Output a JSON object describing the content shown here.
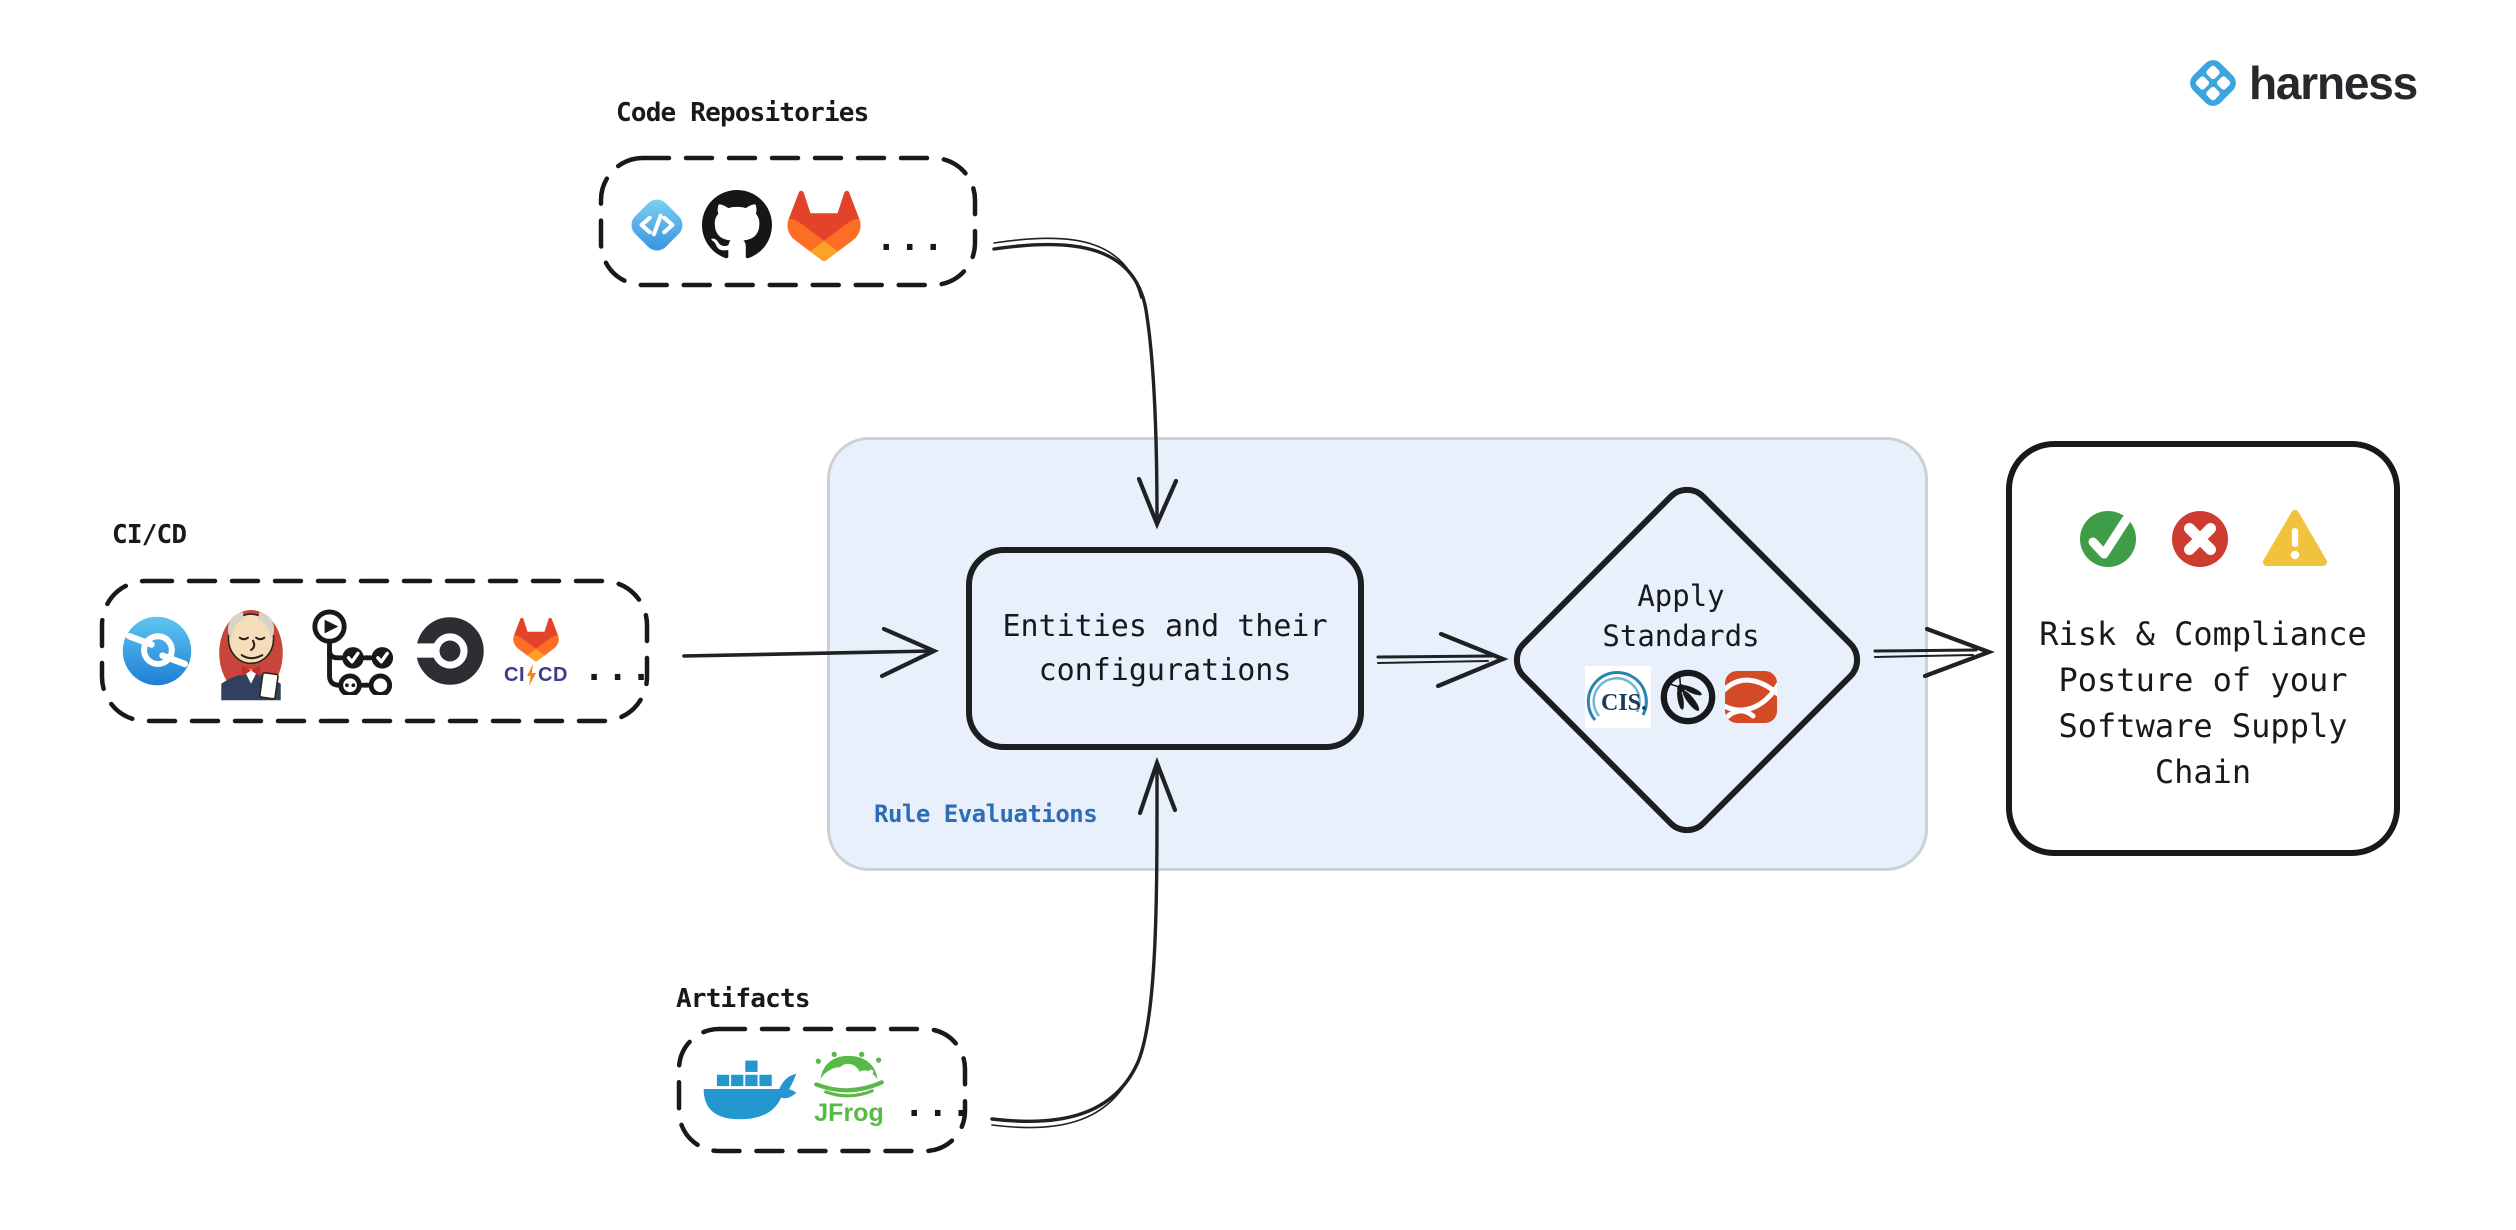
{
  "brand": {
    "name": "harness",
    "mark_icon": "harness-logo-icon"
  },
  "sources": {
    "code_repositories": {
      "label": "Code Repositories",
      "more": "...",
      "icons": [
        "harness-code-icon",
        "github-icon",
        "gitlab-icon"
      ]
    },
    "cicd": {
      "label": "CI/CD",
      "more": "...",
      "icons": [
        "harness-ci-icon",
        "jenkins-icon",
        "github-actions-icon",
        "circleci-icon",
        "gitlab-cicd-icon"
      ],
      "gitlab_cicd_text": {
        "ci": "CI",
        "cd": "CD"
      }
    },
    "artifacts": {
      "label": "Artifacts",
      "more": "...",
      "icons": [
        "docker-icon",
        "jfrog-icon"
      ],
      "jfrog_text": "JFrog"
    }
  },
  "rule_evaluations": {
    "panel_label": "Rule Evaluations",
    "entities_box": {
      "text": "Entities and their configurations"
    },
    "apply_standards": {
      "text": "Apply Standards",
      "icons": [
        "cis-icon",
        "owasp-icon",
        "standards-swoosh-icon"
      ],
      "cis_text": "CIS."
    }
  },
  "outcome": {
    "text": "Risk & Compliance Posture of your Software Supply Chain",
    "icons": [
      "check-icon",
      "cross-icon",
      "warning-icon"
    ]
  },
  "colors": {
    "panel_fill": "#e8f1fb",
    "panel_border": "#ccd1d6",
    "accent_blue": "#2d6db5",
    "ink": "#17191c",
    "harness_blue": "#3da5dd",
    "success_green": "#3f9d47",
    "error_red": "#ce3b30",
    "warning_yellow": "#f1c23b",
    "docker_blue": "#2496d0",
    "jfrog_green": "#58b947",
    "gitlab_orange": "#fc6d26"
  }
}
